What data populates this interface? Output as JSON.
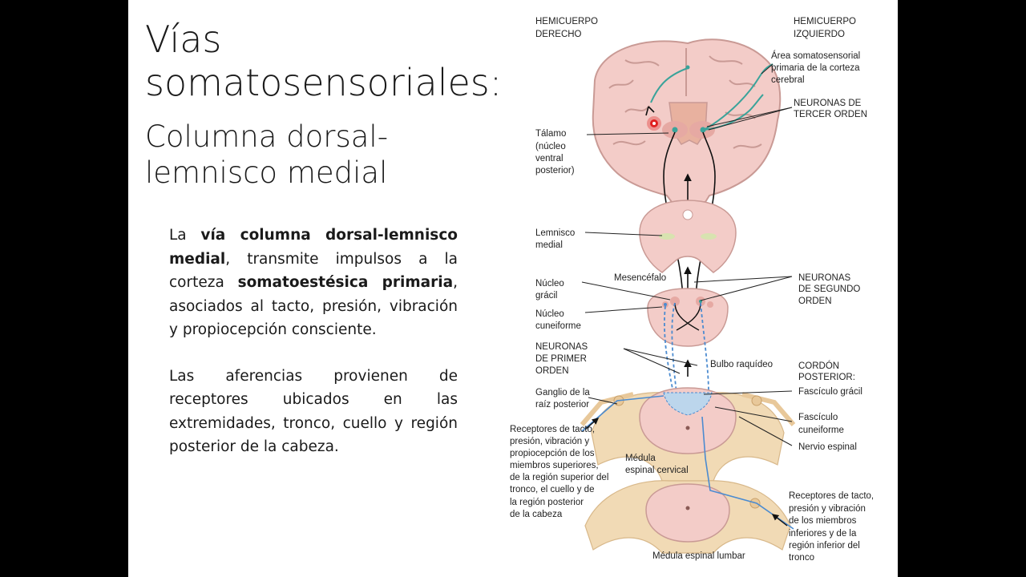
{
  "title": {
    "line1": "Vías",
    "line2": "somatosensoriales:",
    "sub1": "Columna dorsal-",
    "sub2": "lemnisco medial"
  },
  "body": {
    "p1": [
      "La ",
      "vía columna dorsal-lemnisco medial",
      ", transmite impulsos a la corteza ",
      "somatoestésica primaria",
      ", asociados al tacto, presión, vibración y propiocepción consciente."
    ],
    "p2": "Las aferencias provienen de receptores ubicados en las extremidades, tronco, cuello y región posterior de la cabeza."
  },
  "diagram": {
    "hemi_right": [
      "HEMICUERPO",
      "DERECHO"
    ],
    "hemi_left": [
      "HEMICUERPO",
      "IZQUIERDO"
    ],
    "area_somato": [
      "Área somatosensorial",
      "primaria de la corteza",
      "cerebral"
    ],
    "third_order": [
      "NEURONAS DE",
      "TERCER ORDEN"
    ],
    "thalamus": [
      "Tálamo",
      "(núcleo",
      "ventral",
      "posterior)"
    ],
    "lemnisco": [
      "Lemnisco",
      "medial"
    ],
    "mesencefalo": "Mesencéfalo",
    "second_order": [
      "NEURONAS",
      "DE SEGUNDO",
      "ORDEN"
    ],
    "nucleo_gracil": [
      "Núcleo",
      "grácil"
    ],
    "nucleo_cuneiforme": [
      "Núcleo",
      "cuneiforme"
    ],
    "first_order": [
      "NEURONAS",
      "DE PRIMER",
      "ORDEN"
    ],
    "bulbo": "Bulbo raquídeo",
    "cordon": [
      "CORDÓN",
      "POSTERIOR:"
    ],
    "fasciculo_gracil": "Fascículo grácil",
    "ganglio": [
      "Ganglio de la",
      "raíz posterior"
    ],
    "fasciculo_cuneiforme": [
      "Fascículo",
      "cuneiforme"
    ],
    "receptores_sup": [
      "Receptores de tacto,",
      "presión, vibración y",
      "propiocepción de los",
      "miembros superiores,",
      "de la región superior del",
      "tronco, el cuello y de",
      "la región posterior",
      "de la cabeza"
    ],
    "nervio": "Nervio espinal",
    "medula_cervical": [
      "Médula",
      "espinal cervical"
    ],
    "receptores_inf": [
      "Receptores de tacto,",
      "presión y vibración",
      "de los miembros",
      "inferiores y de la",
      "región inferior del",
      "tronco"
    ],
    "medula_lumbar": "Médula espinal lumbar"
  },
  "colors": {
    "tissue": "#f3ccc8",
    "tissue_dark": "#c99a95",
    "nerve": "#f1dab5",
    "pathway_teal": "#3aa39a",
    "pathway_blue": "#4b8bd0",
    "pointer_red": "#e02020"
  }
}
